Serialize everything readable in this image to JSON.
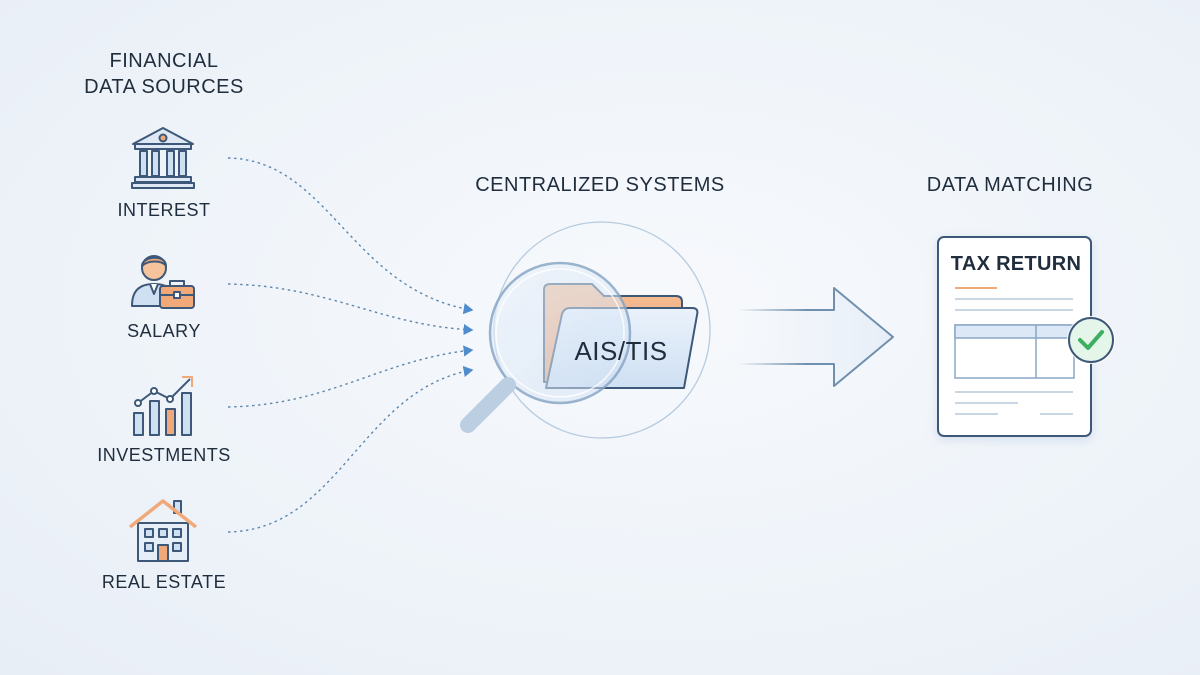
{
  "headings": {
    "sources": [
      "FINANCIAL",
      "DATA SOURCES"
    ],
    "central": "CENTRALIZED SYSTEMS",
    "matching": "DATA MATCHING"
  },
  "sources": [
    {
      "label": "INTEREST",
      "icon": "bank-icon"
    },
    {
      "label": "SALARY",
      "icon": "employee-briefcase-icon"
    },
    {
      "label": "INVESTMENTS",
      "icon": "growth-chart-icon"
    },
    {
      "label": "REAL ESTATE",
      "icon": "house-icon"
    }
  ],
  "center": {
    "label": "AIS/TIS",
    "icon": "folder-magnifier-icon"
  },
  "document": {
    "title": "TAX RETURN",
    "icon": "checkmark-icon"
  },
  "colors": {
    "text": "#1f2d3d",
    "outline": "#3d5878",
    "accent_orange": "#f2a97a",
    "accent_blue": "#cfe0f3",
    "check_green": "#3fae63",
    "arrow_stroke": "#6f8fae"
  }
}
